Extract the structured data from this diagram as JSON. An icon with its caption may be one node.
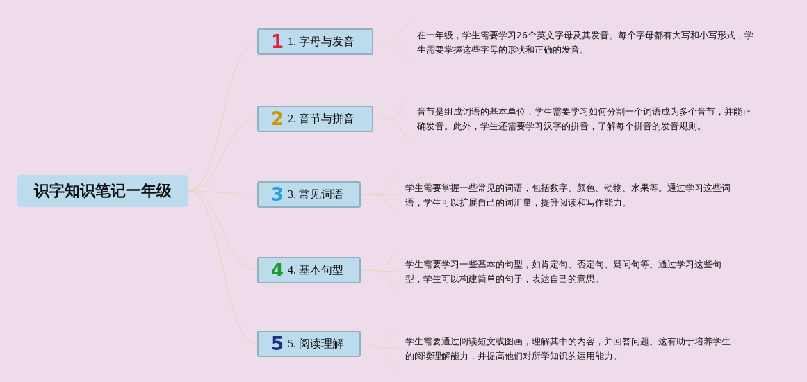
{
  "diagram": {
    "nodes": [
      {
        "text": [
          "识字知识笔记一年级"
        ]
      },
      {
        "text": [
          "1",
          "1. 字母与发音"
        ]
      },
      {
        "text": [
          "2",
          "2. 音节与拼音"
        ]
      },
      {
        "text": [
          "3",
          "3. 常见词语"
        ]
      },
      {
        "text": [
          "4",
          "4. 基本句型"
        ]
      },
      {
        "text": [
          "5",
          "5. 阅读理解"
        ]
      },
      {
        "text": [
          "在一年级，学生需要学习26个英文字母及其发音。每个字母都有大写和小写形式，学生需要掌握这些字母的形状和正确的发音。"
        ]
      },
      {
        "text": [
          "音节是组成词语的基本单位，学生需要学习如何分割一个词语成为多个音节，并能正确发音。此外，学生还需要学习汉字的拼音，了解每个拼音的发音规则。"
        ]
      },
      {
        "text": [
          "学生需要掌握一些常见的词语，包括数字、颜色、动物、水果等。通过学习这些词语，学生可以扩展自己的词汇量，提升阅读和写作能力。"
        ]
      },
      {
        "text": [
          "学生需要学习一些基本的句型，如肯定句、否定句、疑问句等。通过学习这些句型，学生可以构建简单的句子，表达自己的意思。"
        ]
      },
      {
        "text": [
          "学生需要通过阅读短文或图画，理解其中的内容，并回答问题。这有助于培养学生的阅读理解能力，并提高他们对所学知识的运用能力。"
        ]
      }
    ],
    "edges": [
      {
        "from": 0,
        "to": 1,
        "arrow": "none"
      },
      {
        "from": 0,
        "to": 2,
        "arrow": "none"
      },
      {
        "from": 0,
        "to": 3,
        "arrow": "none"
      },
      {
        "from": 0,
        "to": 4,
        "arrow": "none"
      },
      {
        "from": 0,
        "to": 5,
        "arrow": "none"
      },
      {
        "from": 1,
        "to": 6,
        "arrow": "none"
      },
      {
        "from": 2,
        "to": 7,
        "arrow": "none"
      },
      {
        "from": 3,
        "to": 8,
        "arrow": "none"
      },
      {
        "from": 4,
        "to": 9,
        "arrow": "none"
      },
      {
        "from": 5,
        "to": 10,
        "arrow": "none"
      }
    ]
  }
}
